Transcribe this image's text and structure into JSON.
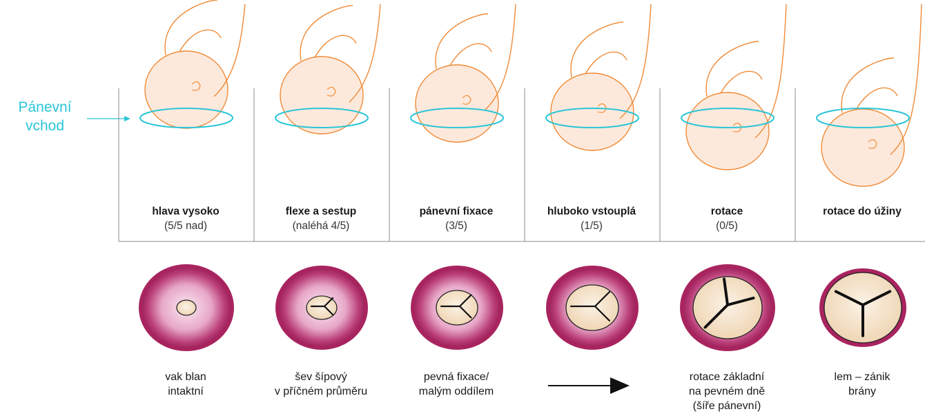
{
  "inlet_label": [
    "Pánevní",
    "vchod"
  ],
  "colors": {
    "fetus_outline": "#f08a36",
    "fetus_fill": "#fde9dc",
    "pelvic_ring": "#29c5d6",
    "cervix_outer": "#a8245f",
    "cervix_inner": "#f6ddea",
    "os_fill": "#f4dfc4",
    "divider": "#8a8a8a"
  },
  "stages": [
    {
      "title": "hlava vysoko",
      "subtitle": "(5/5 nad)",
      "caption": [
        "vak blan",
        "intaktní"
      ]
    },
    {
      "title": "flexe a sestup",
      "subtitle": "(naléhá 4/5)",
      "caption": [
        "šev šípový",
        "v příčném průměru"
      ]
    },
    {
      "title": "pánevní fixace",
      "subtitle": "(3/5)",
      "caption": [
        "pevná fixace/",
        "malým oddílem"
      ]
    },
    {
      "title": "hluboko vstouplá",
      "subtitle": "(1/5)",
      "caption": []
    },
    {
      "title": "rotace",
      "subtitle": "(0/5)",
      "caption": [
        "rotace základní",
        "na pevném dně",
        "(šíře pánevní)"
      ]
    },
    {
      "title": "rotace do úžiny",
      "subtitle": "",
      "caption": [
        "lem – zánik",
        "brány"
      ]
    }
  ],
  "arrow_icon": "right-arrow"
}
